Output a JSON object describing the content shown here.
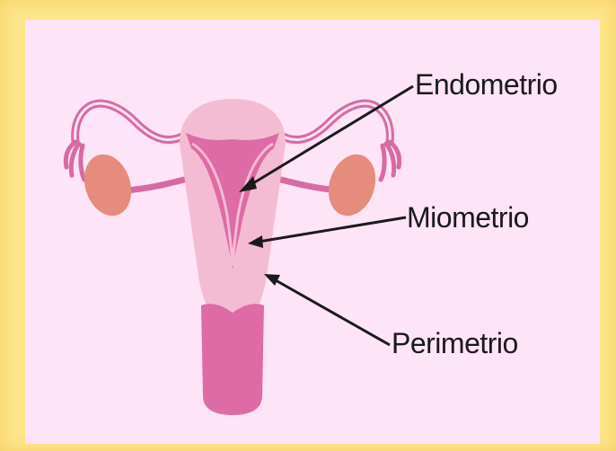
{
  "labels": {
    "endometrium": "Endometrio",
    "myometrium": "Miometrio",
    "perimetrium": "Perimetrio"
  },
  "colors": {
    "frame": "#fde58a",
    "background": "#fde4f7",
    "perimetrium": "#f4bcd3",
    "myometrium_endometrium": "#de6aa6",
    "ovary": "#e58c7c",
    "tube_outline": "#d76aa3",
    "text": "#1a1a1a"
  }
}
